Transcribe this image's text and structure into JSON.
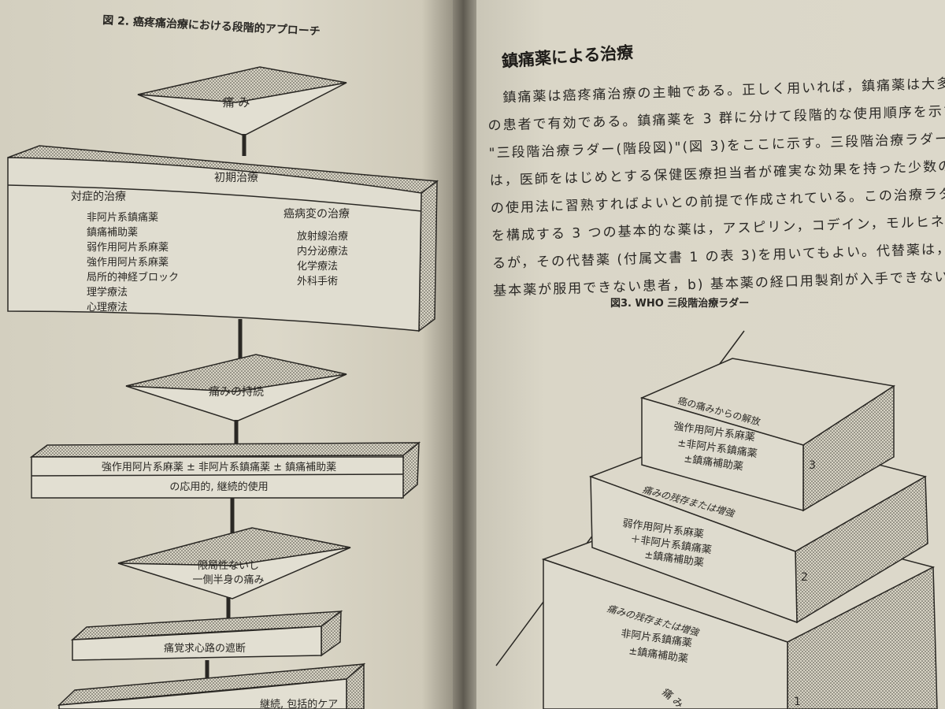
{
  "left_page": {
    "figure_title": "図 2. 癌疼痛治療における段階的アプローチ",
    "pain": "痛 み",
    "initial_treatment": {
      "header": "初期治療",
      "symptomatic": {
        "title": "対症的治療",
        "items": [
          "非阿片系鎮痛薬",
          "鎮痛補助薬",
          "弱作用阿片系麻薬",
          "強作用阿片系麻薬",
          "局所的神経ブロック",
          "理学療法",
          "心理療法"
        ]
      },
      "cancer_lesion": {
        "title": "癌病変の治療",
        "items": [
          "放射線治療",
          "内分泌療法",
          "化学療法",
          "外科手術"
        ]
      }
    },
    "persistent_pain": "痛みの持続",
    "opioid_box": {
      "line1": "強作用阿片系麻薬 ± 非阿片系鎮痛薬 ± 鎮痛補助薬",
      "line2": "の応用的, 継続的使用"
    },
    "localized_pain": {
      "line1": "限局性ないし",
      "line2": "一側半身の痛み"
    },
    "nerve_block": "痛覚求心路の遮断",
    "last_box_partial": "継続, 包括的ケア"
  },
  "right_page": {
    "heading": "鎮痛薬による治療",
    "paragraph_lines": [
      "鎮痛薬は癌疼痛治療の主軸である。正しく用いれば，鎮痛薬は大多数",
      "の患者で有効である。鎮痛薬を 3 群に分けて段階的な使用順序を示す",
      "\"三段階治療ラダー(階段図)\"(図 3)をここに示す。三段階治療ラダー",
      "は，医師をはじめとする保健医療担当者が確実な効果を持った少数の薬",
      "の使用法に習熟すればよいとの前提で作成されている。この治療ラダー",
      "を構成する 3 つの基本的な薬は，アスピリン，コデイン，モルヒネであ",
      "るが，その代替薬 (付属文書 1 の表 3)を用いてもよい。代替薬は，a)",
      "基本薬が服用できない患者，b) 基本薬の経口用製剤が入手できない"
    ],
    "figure_title": "図3. WHO 三段階治療ラダー",
    "ladder": {
      "top_label": "癌の痛みからの解放",
      "step3": {
        "number": "3",
        "lines": [
          "強作用阿片系麻薬",
          "±非阿片系鎮痛薬",
          "±鎮痛補助薬"
        ]
      },
      "step2": {
        "label": "痛みの残存または増強",
        "number": "2",
        "lines": [
          "弱作用阿片系麻薬",
          "＋非阿片系鎮痛薬",
          "±鎮痛補助薬"
        ]
      },
      "step1": {
        "label": "痛みの残存または増強",
        "number": "1",
        "lines": [
          "非阿片系鎮痛薬",
          "±鎮痛補助薬"
        ]
      },
      "bottom_label": "痛 み"
    }
  }
}
